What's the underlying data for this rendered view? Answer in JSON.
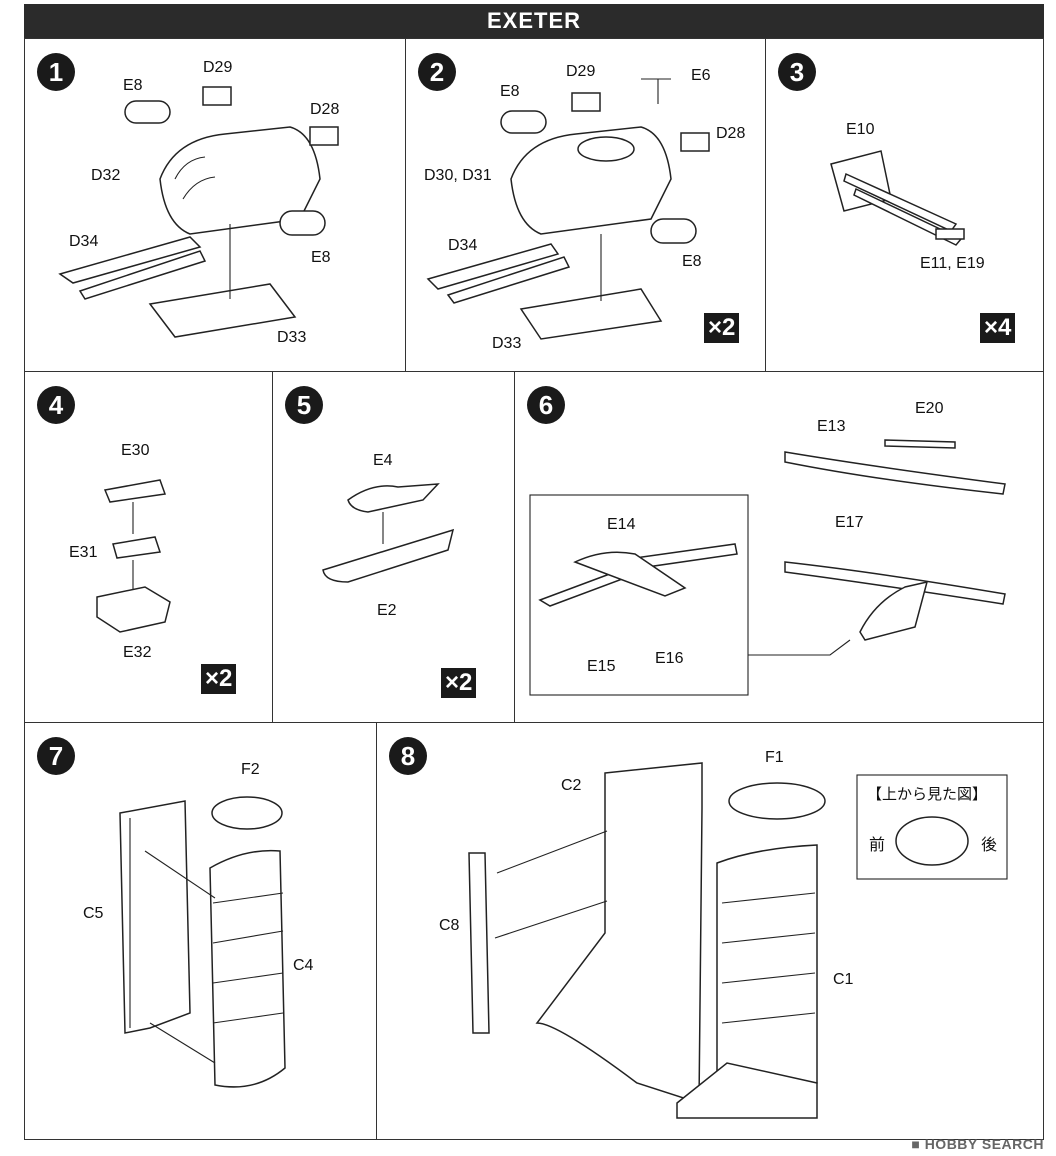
{
  "title": "EXETER",
  "steps": [
    {
      "number": "1",
      "labels": [
        "E8",
        "D29",
        "D28",
        "D32",
        "D34",
        "E8",
        "D33"
      ],
      "multiplier": ""
    },
    {
      "number": "2",
      "labels": [
        "E8",
        "D29",
        "E6",
        "D28",
        "D30, D31",
        "D34",
        "E8",
        "D33"
      ],
      "multiplier": "×2"
    },
    {
      "number": "3",
      "labels": [
        "E10",
        "E11, E19"
      ],
      "multiplier": "×4"
    },
    {
      "number": "4",
      "labels": [
        "E30",
        "E31",
        "E32"
      ],
      "multiplier": "×2"
    },
    {
      "number": "5",
      "labels": [
        "E4",
        "E2"
      ],
      "multiplier": "×2"
    },
    {
      "number": "6",
      "labels": [
        "E13",
        "E20",
        "E17",
        "E14",
        "E15",
        "E16"
      ],
      "multiplier": ""
    },
    {
      "number": "7",
      "labels": [
        "F2",
        "C5",
        "C4"
      ],
      "multiplier": ""
    },
    {
      "number": "8",
      "labels": [
        "F1",
        "C2",
        "C8",
        "C1"
      ],
      "multiplier": ""
    }
  ],
  "topview_note": {
    "title": "【上から見た図】",
    "front": "前",
    "back": "後"
  },
  "watermark": "HOBBY SEARCH",
  "icons": {
    "hobby_logo": "hobby-search-logo-icon"
  }
}
